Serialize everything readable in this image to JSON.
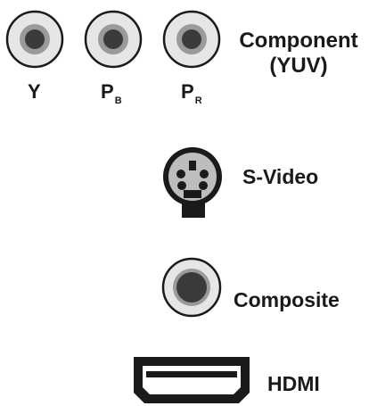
{
  "component": {
    "title_line1": "Component",
    "title_line2": "(YUV)",
    "labels": [
      {
        "main": "Y",
        "sub": ""
      },
      {
        "main": "P",
        "sub": "B"
      },
      {
        "main": "P",
        "sub": "R"
      }
    ]
  },
  "svideo": {
    "label": "S-Video"
  },
  "composite": {
    "label": "Composite"
  },
  "hdmi": {
    "label": "HDMI"
  },
  "colors": {
    "ink": "#1a1a1a",
    "ring_light": "#e6e6e6",
    "ring_mid": "#9a9a9a",
    "core": "#3a3a3a"
  }
}
